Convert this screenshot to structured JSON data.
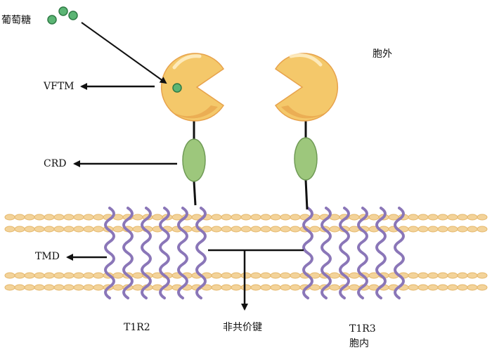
{
  "labels": {
    "glucose": "葡萄糖",
    "extracellular": "胞外",
    "vftm": "VFTM",
    "crd": "CRD",
    "tmd": "TMD",
    "t1r2": "T1R2",
    "noncovalent": "非共价键",
    "t1r3": "T1R3",
    "intracellular": "胞内"
  },
  "colors": {
    "vftm_fill": "#f4c86a",
    "vftm_shade": "#e7a24c",
    "crd_fill": "#9dc77c",
    "crd_stroke": "#6f9a55",
    "glucose_fill": "#5bb574",
    "helix": "#8a76b8",
    "lipid": "#f3d39a",
    "lipid_stroke": "#e5b76a",
    "arrow": "#111111"
  }
}
